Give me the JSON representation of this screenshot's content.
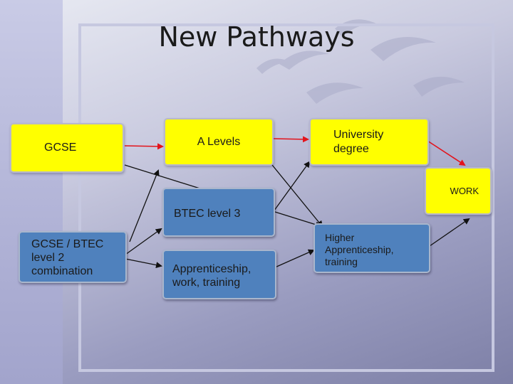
{
  "title": "New Pathways",
  "boxes": {
    "gcse": "GCSE",
    "a_levels": "A Levels",
    "university": "University degree",
    "work": "WORK",
    "btec3": "BTEC level 3",
    "gcse_btec": "GCSE / BTEC level 2 combination",
    "apprenticeship": "Apprenticeship, work, training",
    "higher_apprenticeship": "Higher Apprenticeship, training"
  },
  "colors": {
    "yellow_box": "#ffff00",
    "blue_box": "#4f81bd",
    "highlight_arrow": "#e3131b",
    "arrow": "#111111"
  }
}
